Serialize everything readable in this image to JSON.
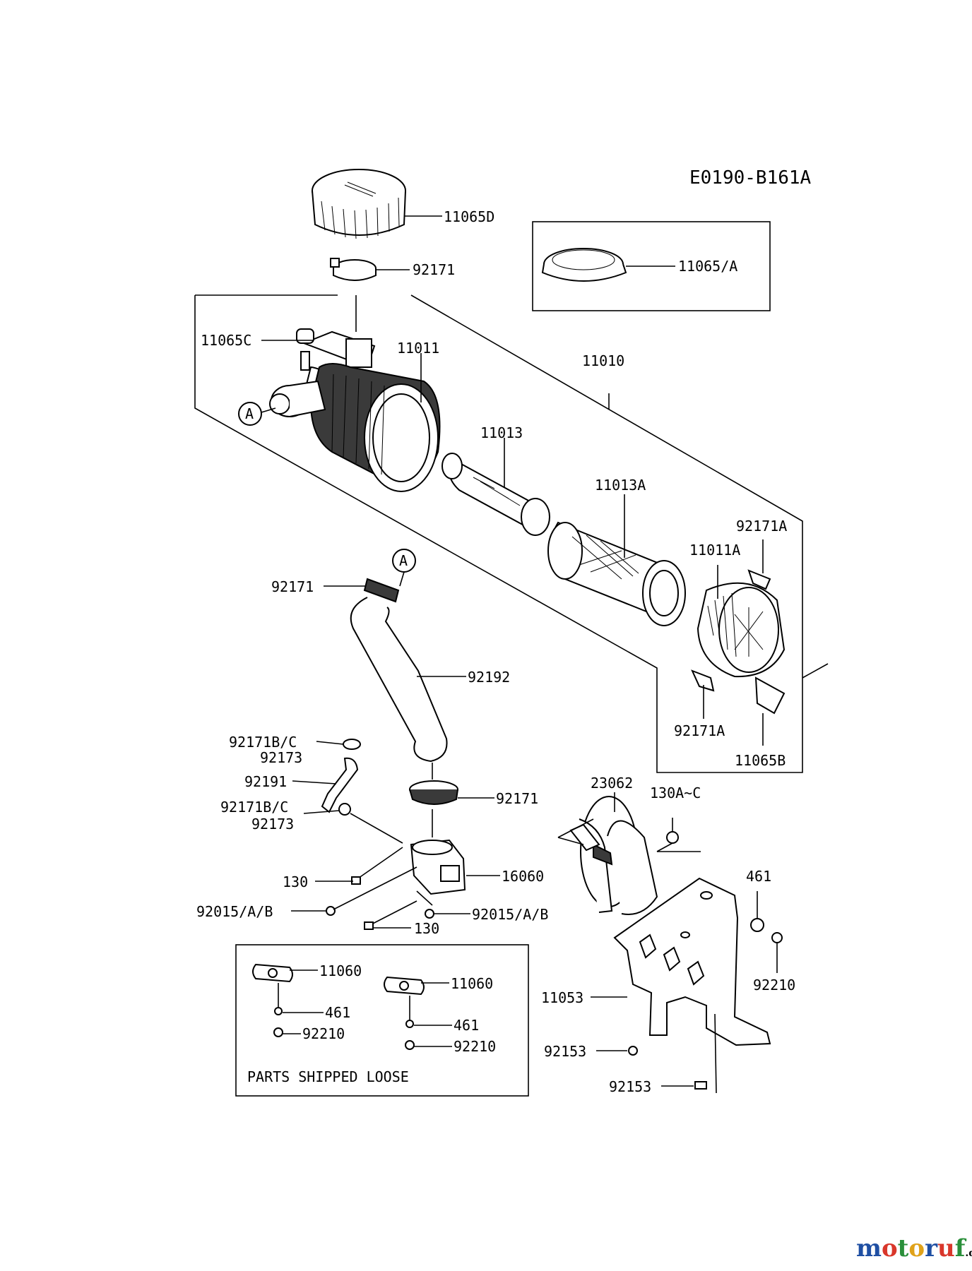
{
  "diagram_code": "E0190-B161A",
  "parts_note": "PARTS SHIPPED LOOSE",
  "callouts": {
    "c11065D": "11065D",
    "c92171_top": "92171",
    "c11065A": "11065/A",
    "c11065C": "11065C",
    "c11011": "11011",
    "c11010": "11010",
    "c11013": "11013",
    "c11013A": "11013A",
    "c92171A_top": "92171A",
    "c11011A": "11011A",
    "c92171A_bot": "92171A",
    "c11065B": "11065B",
    "c92171_hose": "92171",
    "c92192": "92192",
    "c92171BC_1": "92171B/C",
    "c92173_1": "92173",
    "c92191": "92191",
    "c92171_clamp2": "92171",
    "c92171BC_2": "92171B/C",
    "c92173_2": "92173",
    "c130_1": "130",
    "c16060": "16060",
    "c92015_1": "92015/A/B",
    "c92015_2": "92015/A/B",
    "c130_2": "130",
    "c23062": "23062",
    "c130AC": "130A~C",
    "c461_r": "461",
    "c92210_r": "92210",
    "c11053": "11053",
    "c92153_1": "92153",
    "c92153_2": "92153",
    "c11060_1": "11060",
    "c11060_2": "11060",
    "c461_1": "461",
    "c461_2": "461",
    "c92210_1": "92210",
    "c92210_2": "92210"
  },
  "connector_marks": {
    "a1": "A",
    "a2": "A"
  },
  "watermark": {
    "brand": "motoruf",
    "tld": ".de",
    "colors": [
      "#1f4fa3",
      "#d9372b",
      "#2a8f3a",
      "#e0a21a"
    ]
  }
}
